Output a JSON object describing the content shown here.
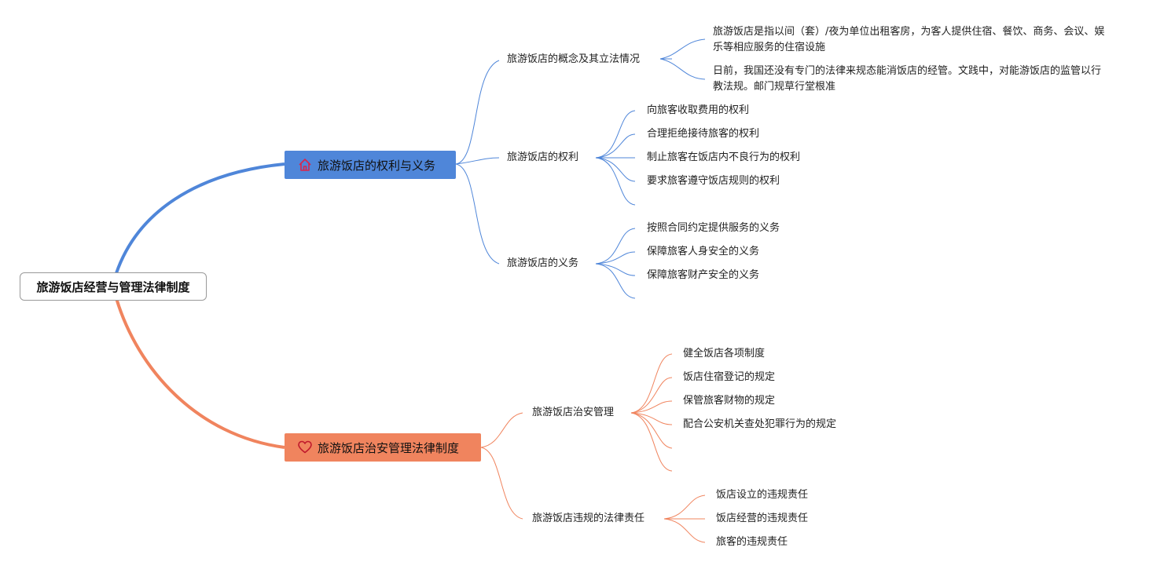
{
  "root": {
    "label": "旅游饭店经营与管理法律制度"
  },
  "colors": {
    "blue": "#4F86D9",
    "orange": "#F0845E"
  },
  "branches": [
    {
      "label": "旅游饭店的权利与义务",
      "icon": "home-icon",
      "color": "#4F86D9",
      "children": [
        {
          "label": "旅游饭店的概念及其立法情况",
          "children": [
            "旅游饭店是指以间（套）/夜为单位出租客房，为客人提供住宿、餐饮、商务、会议、娱乐等相应服务的住宿设施",
            "日前，我国还没有专门的法律来规态能消饭店的经管。文践中，对能游饭店的监管以行教法规。邮门规草行堂根准"
          ]
        },
        {
          "label": "旅游饭店的权利",
          "children": [
            "向旅客收取费用的权利",
            "合理拒绝接待旅客的权利",
            "制止旅客在饭店内不良行为的权利",
            "要求旅客遵守饭店规则的权利",
            ""
          ]
        },
        {
          "label": "旅游饭店的义务",
          "children": [
            "按照合同约定提供服务的义务",
            "保障旅客人身安全的义务",
            "保障旅客财产安全的义务",
            ""
          ]
        }
      ]
    },
    {
      "label": "旅游饭店治安管理法律制度",
      "icon": "heart-icon",
      "color": "#F0845E",
      "children": [
        {
          "label": "旅游饭店治安管理",
          "children": [
            "健全饭店各项制度",
            "饭店住宿登记的规定",
            "保管旅客财物的规定",
            "配合公安机关查处犯罪行为的规定",
            "",
            ""
          ]
        },
        {
          "label": "旅游饭店违规的法律责任",
          "children": [
            "饭店设立的违规责任",
            "饭店经营的违规责任",
            "旅客的违规责任"
          ]
        }
      ]
    }
  ]
}
